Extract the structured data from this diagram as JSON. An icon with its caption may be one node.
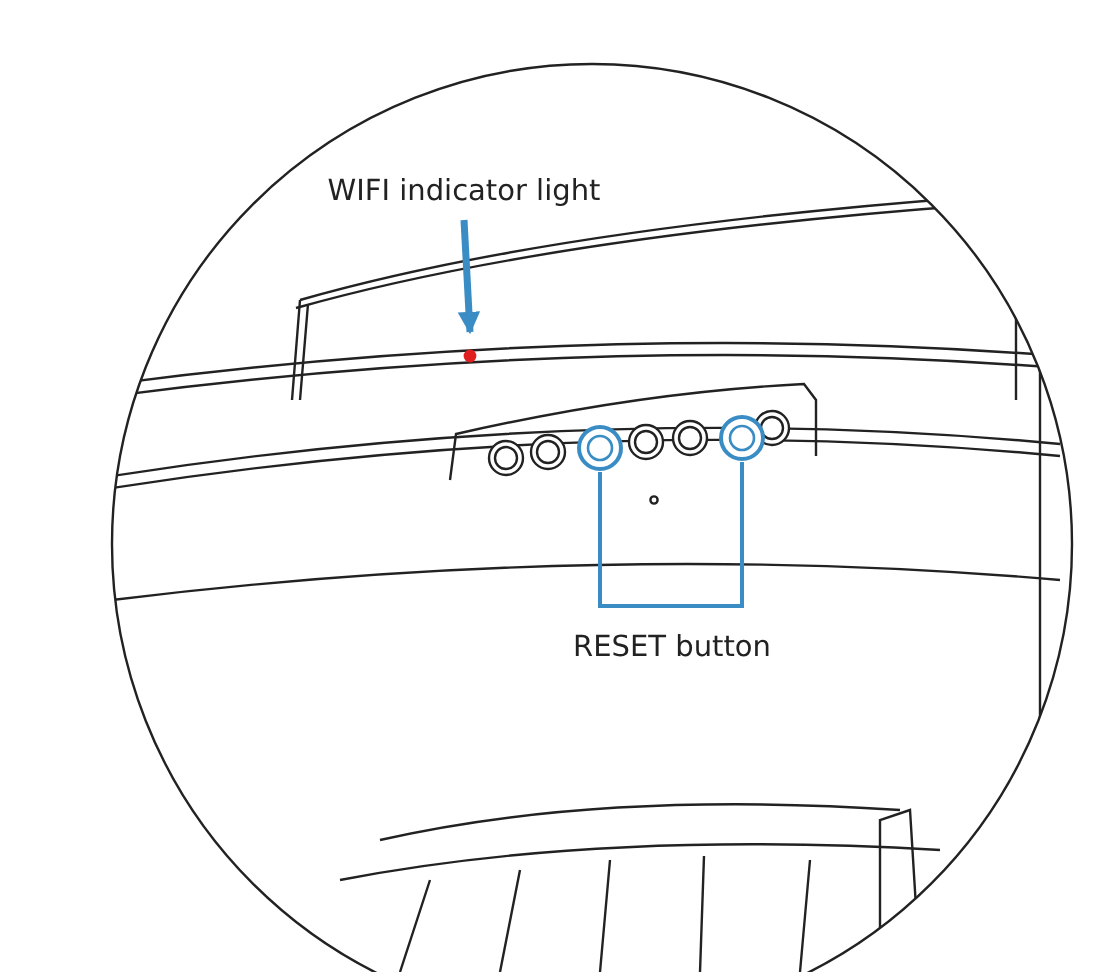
{
  "diagram": {
    "nodes": [
      {
        "text": [
          "WIFI indicator light"
        ]
      },
      {
        "text": [],
        "shape": "circle"
      },
      {
        "text": [
          "RESET button"
        ]
      },
      {
        "text": [],
        "shape": "circle"
      },
      {
        "text": [],
        "shape": "circle"
      }
    ],
    "edges": [
      {
        "from": 0,
        "to": 1,
        "arrow": "to"
      },
      {
        "from": 2,
        "to": 3,
        "arrow": "none"
      },
      {
        "from": 2,
        "to": 4,
        "arrow": "none"
      }
    ]
  }
}
